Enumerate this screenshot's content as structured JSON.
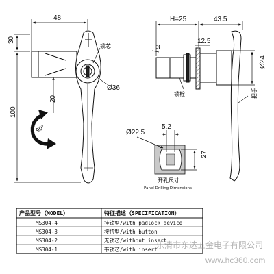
{
  "dimensions": {
    "left_width": "48",
    "left_top_height": "30",
    "left_total_height": "100",
    "left_mid": "20",
    "circle_dia": "Ø36",
    "rotation": "90°",
    "h_depth": "H=25",
    "right_width": "43.5",
    "panel_gap": "3",
    "thread": "12.5",
    "shaft_dia": "Ø24",
    "hole_dia": "Ø22.5",
    "hole_flat": "5.2",
    "hole_height": "27"
  },
  "labels": {
    "lock_core": "锁芯",
    "bolt": "锁栓",
    "handle": "把手",
    "cutout_title": "开孔尺寸",
    "cutout_subtitle": "Panel Drilling Dimensions"
  },
  "table": {
    "header_model": "产品型号（MODEL）",
    "header_spec": "特征描述（SPECIFICATION）",
    "rows": [
      {
        "model": "MS304-4",
        "spec": "挂锁型/with padlock device"
      },
      {
        "model": "MS304-3",
        "spec": "按扭型/with button"
      },
      {
        "model": "MS304-2",
        "spec": "无锁芯/without insert"
      },
      {
        "model": "MS304-1",
        "spec": "带锁芯/with insert"
      }
    ]
  },
  "watermark": {
    "company": "乐清市东达五金电子有限公司",
    "site": "www.hc360.com"
  }
}
